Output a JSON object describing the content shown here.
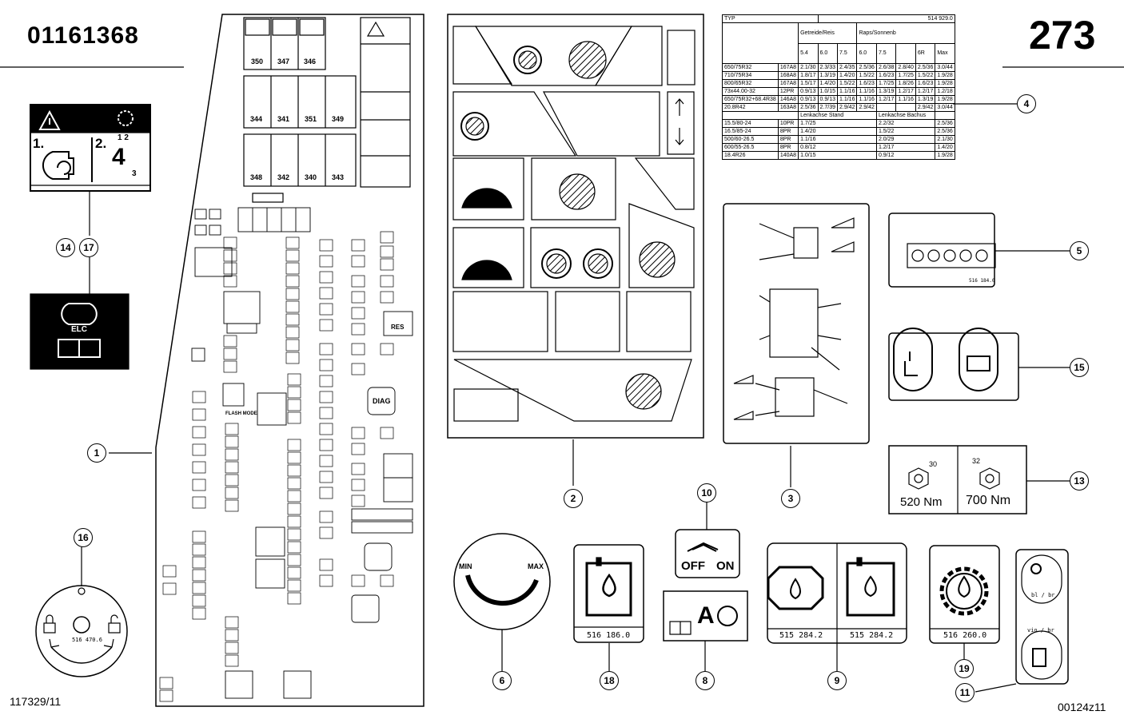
{
  "header": {
    "part_number": "01161368",
    "page_number": "273"
  },
  "footer": {
    "left_code": "117329/11",
    "right_code": "00124z11"
  },
  "callouts": [
    "1",
    "2",
    "3",
    "4",
    "5",
    "6",
    "8",
    "9",
    "10",
    "11",
    "13",
    "14",
    "15",
    "16",
    "17",
    "18",
    "19"
  ],
  "labels": {
    "elc": "ELC",
    "warning_step_1": "1.",
    "warning_step_2": "2.",
    "gear_digits": "1 2",
    "gear_four": "4",
    "gear_three": "3",
    "min": "MIN",
    "max": "MAX",
    "off": "OFF",
    "on": "ON",
    "torque_1": "520 Nm",
    "torque_2": "700 Nm",
    "angle_1": "30",
    "angle_2": "32",
    "diag": "DIAG",
    "res": "RES",
    "flash_mode": "FLASH MODE"
  },
  "decal_codes": {
    "d18": "516 186.0",
    "d9a": "515 284.2",
    "d9b": "515 284.2",
    "d19": "516 260.0",
    "d16": "516 470.6",
    "d5": "516 184.0",
    "d4": "514 929.0",
    "d11a": "bl / br",
    "d11b": "vio / br"
  },
  "fuse_panel": {
    "relay_numbers": [
      "350",
      "347",
      "346",
      "344",
      "341",
      "351",
      "349",
      "348",
      "342",
      "340",
      "343"
    ]
  },
  "tyre_table": {
    "type_label": "TYP",
    "groups": [
      "Getreide/Reis",
      "Raps/Sonnenb"
    ],
    "subcols": [
      "5.4",
      "6.0",
      "7.5",
      "6.0",
      "7.5",
      "",
      "6R",
      "Max"
    ],
    "rows": [
      [
        "650/75R32",
        "167A8",
        "2.1/30",
        "2.3/33",
        "2.4/35",
        "2.5/36",
        "2.6/38",
        "2.8/40",
        "2.5/36",
        "3.0/44"
      ],
      [
        "710/75R34",
        "168A8",
        "1.8/17",
        "1.3/19",
        "1.4/20",
        "1.5/22",
        "1.6/23",
        "1.7/25",
        "1.5/22",
        "1.9/28"
      ],
      [
        "800/65R32",
        "167A8",
        "1.5/17",
        "1.4/20",
        "1.5/22",
        "1.6/23",
        "1.7/25",
        "1.8/26",
        "1.6/23",
        "1.9/28"
      ],
      [
        "73x44.00-32",
        "12PR",
        "0.9/13",
        "1.0/15",
        "1.1/16",
        "1.1/16",
        "1.3/19",
        "1.2/17",
        "1.2/17",
        "1.2/18"
      ],
      [
        "650/75R32+68.4R38",
        "146A8",
        "0.9/13",
        "0.9/13",
        "1.1/16",
        "1.1/16",
        "1.2/17",
        "1.1/16",
        "1.3/19",
        "1.9/28"
      ],
      [
        "20.8R42",
        "163A8",
        "2.5/36",
        "2.7/39",
        "2.9/42",
        "2.9/42",
        "",
        "",
        "2.9/42",
        "3.0/44"
      ]
    ],
    "rear_headers": [
      "Lenkachse Stand",
      "Lenkachse Bachus"
    ],
    "rear_rows": [
      [
        "15.5/80-24",
        "10PR",
        "1.7/25",
        "2.2/32",
        "2.5/36"
      ],
      [
        "16.5/85-24",
        "8PR",
        "1.4/20",
        "1.5/22",
        "2.5/36"
      ],
      [
        "500/60-26.5",
        "8PR",
        "1.1/16",
        "2.0/29",
        "2.1/30"
      ],
      [
        "600/55-26.5",
        "8PR",
        "0.8/12",
        "1.2/17",
        "1.4/20"
      ],
      [
        "18.4R26",
        "140A8",
        "1.0/15",
        "0.9/12",
        "1.9/28"
      ]
    ]
  }
}
